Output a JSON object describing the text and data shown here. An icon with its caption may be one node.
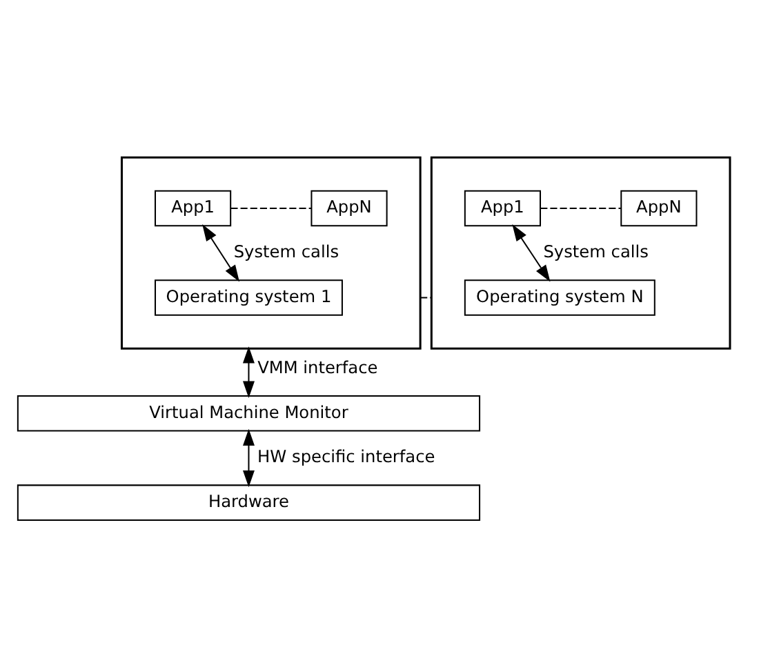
{
  "diagram": {
    "nodes": [
      {
        "text": [],
        "shape": "box"
      },
      {
        "text": [
          "App1"
        ],
        "in": 0
      },
      {
        "text": [
          "AppN"
        ],
        "in": 0
      },
      {
        "text": [
          "Operating system 1"
        ],
        "in": 0
      },
      {
        "text": [],
        "shape": "box"
      },
      {
        "text": [
          "App1"
        ],
        "in": 4
      },
      {
        "text": [
          "AppN"
        ],
        "in": 4
      },
      {
        "text": [
          "Operating system N"
        ],
        "in": 4
      },
      {
        "text": [
          "Virtual Machine Monitor"
        ]
      },
      {
        "text": [
          "Hardware"
        ]
      }
    ],
    "edges": [
      {
        "from": 1,
        "to": 2,
        "arrow": "none",
        "style": "dashed"
      },
      {
        "from": 1,
        "to": 3,
        "arrow": "both",
        "label": "System calls"
      },
      {
        "from": 5,
        "to": 6,
        "arrow": "none",
        "style": "dashed"
      },
      {
        "from": 5,
        "to": 7,
        "arrow": "both",
        "label": "System calls"
      },
      {
        "from": 0,
        "to": 4,
        "arrow": "none",
        "style": "dashed"
      },
      {
        "from": 0,
        "to": 8,
        "arrow": "both",
        "label": "VMM interface"
      },
      {
        "from": 8,
        "to": 9,
        "arrow": "both",
        "label": "HW specific interface"
      }
    ]
  }
}
